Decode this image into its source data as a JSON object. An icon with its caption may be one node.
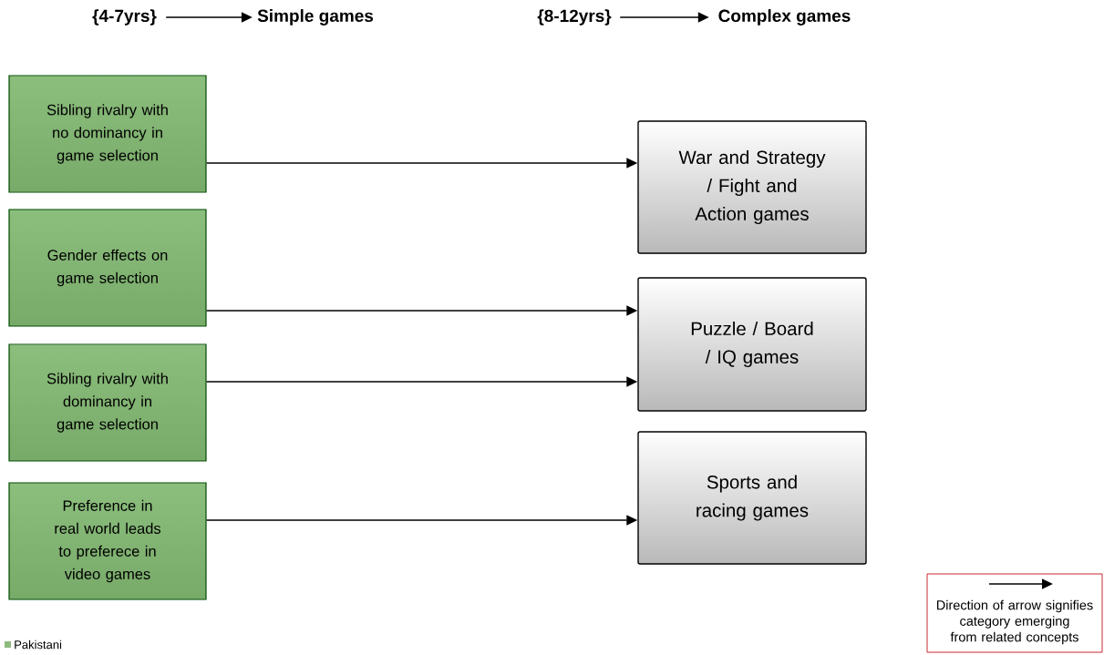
{
  "diagram": {
    "nodes": [
      {
        "text": [
          "{4-7yrs}"
        ]
      },
      {
        "text": [
          "Simple games"
        ]
      },
      {
        "text": [
          "{8-12yrs}"
        ]
      },
      {
        "text": [
          "Complex games"
        ]
      },
      {
        "text": [
          "Sibling rivalry with no dominancy in game selection"
        ]
      },
      {
        "text": [
          "Gender effects on game selection"
        ]
      },
      {
        "text": [
          "Sibling rivalry with dominancy in game selection"
        ]
      },
      {
        "text": [
          "Preference in real world leads to preferece in video games"
        ]
      },
      {
        "text": [
          "War and Strategy / Fight and Action games"
        ]
      },
      {
        "text": [
          "Puzzle / Board / IQ games"
        ]
      },
      {
        "text": [
          "Sports and racing games"
        ]
      }
    ],
    "edges": [
      {
        "from": 0,
        "to": 1,
        "arrow": "to"
      },
      {
        "from": 2,
        "to": 3,
        "arrow": "to"
      },
      {
        "from": 4,
        "to": 8,
        "arrow": "to"
      },
      {
        "from": 5,
        "to": 9,
        "arrow": "to"
      },
      {
        "from": 6,
        "to": 9,
        "arrow": "to"
      },
      {
        "from": 7,
        "to": 10,
        "arrow": "to"
      }
    ],
    "legend": [
      {
        "text": "Pakistani",
        "color": "#8dbb7e"
      },
      {
        "text": "Direction of arrow signifies category emerging from related concepts"
      }
    ]
  }
}
